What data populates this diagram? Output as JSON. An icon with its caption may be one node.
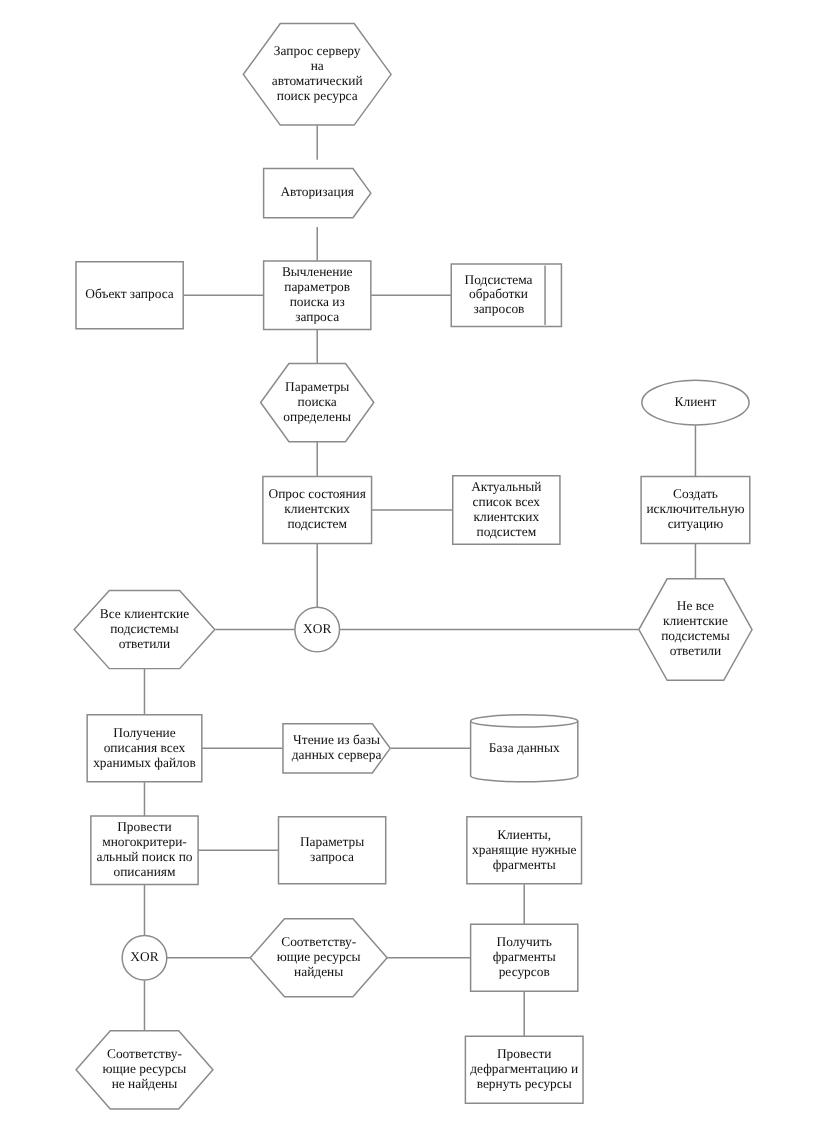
{
  "diagram": {
    "nodes": [
      {
        "text": [
          "Запрос серверу на автоматический поиск ресурса"
        ]
      },
      {
        "text": [
          "Авторизация"
        ]
      },
      {
        "text": [
          "Объект запроса"
        ]
      },
      {
        "text": [
          "Вычленение параметров поиска из запроса"
        ]
      },
      {
        "text": [
          "Подсистема обработки запросов"
        ]
      },
      {
        "text": [
          "Параметры поиска определены"
        ]
      },
      {
        "text": [
          "Клиент"
        ]
      },
      {
        "text": [
          "Актуальный список всех клиентских подсистем"
        ]
      },
      {
        "text": [
          "Опрос состояния клиентских подсистем"
        ]
      },
      {
        "text": [
          "Создать исключительную ситуацию"
        ]
      },
      {
        "text": [
          "Все клиентские подсистемы ответили"
        ]
      },
      {
        "text": [
          "XOR"
        ]
      },
      {
        "text": [
          "Не все клиентские подсистемы ответили"
        ]
      },
      {
        "text": [
          "Получение описания всех хранимых файлов"
        ]
      },
      {
        "text": [
          "Чтение из базы данных сервера"
        ]
      },
      {
        "text": [
          "База данных"
        ]
      },
      {
        "text": [
          "Провести многокритери- альный поиск по описаниям"
        ]
      },
      {
        "text": [
          "Параметры запроса"
        ]
      },
      {
        "text": [
          "Клиенты, хранящие нужные фрагменты"
        ]
      },
      {
        "text": [
          "XOR"
        ]
      },
      {
        "text": [
          "Соответству- ющие ресурсы найдены"
        ]
      },
      {
        "text": [
          "Получить фрагменты ресурсов"
        ]
      },
      {
        "text": [
          "Соответству- ющие ресурсы не найдены"
        ]
      },
      {
        "text": [
          "Провести дефрагментацию и вернуть ресурсы"
        ]
      }
    ],
    "edges": [
      {
        "from": 0,
        "to": 1,
        "arrow": "none"
      },
      {
        "from": 1,
        "to": 3,
        "arrow": "none"
      },
      {
        "from": 2,
        "to": 3,
        "arrow": "none"
      },
      {
        "from": 3,
        "to": 4,
        "arrow": "none"
      },
      {
        "from": 3,
        "to": 5,
        "arrow": "none"
      },
      {
        "from": 5,
        "to": 8,
        "arrow": "none"
      },
      {
        "from": 7,
        "to": 8,
        "arrow": "none"
      },
      {
        "from": 6,
        "to": 9,
        "arrow": "none"
      },
      {
        "from": 8,
        "to": 11,
        "arrow": "none"
      },
      {
        "from": 10,
        "to": 11,
        "arrow": "none"
      },
      {
        "from": 11,
        "to": 12,
        "arrow": "none"
      },
      {
        "from": 9,
        "to": 12,
        "arrow": "none"
      },
      {
        "from": 10,
        "to": 13,
        "arrow": "none"
      },
      {
        "from": 13,
        "to": 14,
        "arrow": "none"
      },
      {
        "from": 14,
        "to": 15,
        "arrow": "none"
      },
      {
        "from": 13,
        "to": 16,
        "arrow": "none"
      },
      {
        "from": 16,
        "to": 17,
        "arrow": "none"
      },
      {
        "from": 16,
        "to": 19,
        "arrow": "none"
      },
      {
        "from": 19,
        "to": 20,
        "arrow": "none"
      },
      {
        "from": 19,
        "to": 22,
        "arrow": "none"
      },
      {
        "from": 20,
        "to": 21,
        "arrow": "none"
      },
      {
        "from": 18,
        "to": 21,
        "arrow": "none"
      },
      {
        "from": 21,
        "to": 23,
        "arrow": "none"
      }
    ]
  }
}
